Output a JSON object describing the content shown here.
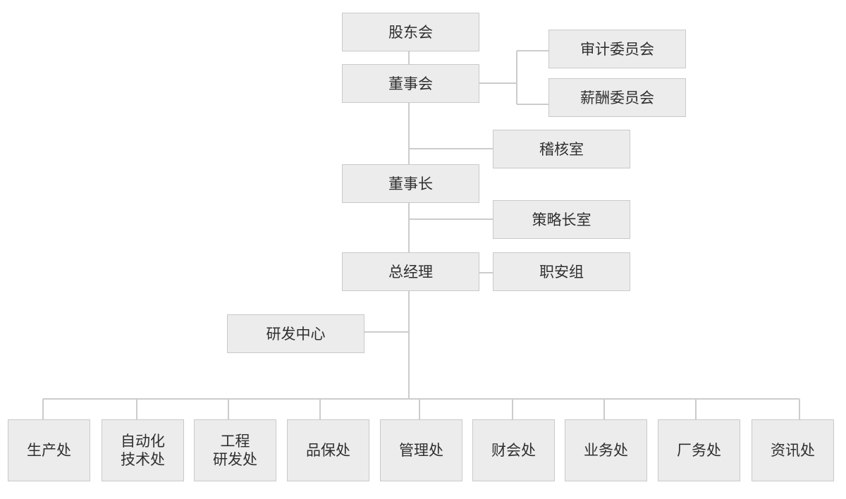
{
  "org": {
    "shareholders": "股东会",
    "board": "董事会",
    "audit_committee": "审计委员会",
    "compensation_committee": "薪酬委员会",
    "audit_office": "稽核室",
    "chairman": "董事长",
    "strategy_office": "策略长室",
    "general_manager": "总经理",
    "safety_group": "职安组",
    "rd_center": "研发中心",
    "departments": [
      {
        "line1": "生产处",
        "line2": ""
      },
      {
        "line1": "自动化",
        "line2": "技术处"
      },
      {
        "line1": "工程",
        "line2": "研发处"
      },
      {
        "line1": "品保处",
        "line2": ""
      },
      {
        "line1": "管理处",
        "line2": ""
      },
      {
        "line1": "财会处",
        "line2": ""
      },
      {
        "line1": "业务处",
        "line2": ""
      },
      {
        "line1": "厂务处",
        "line2": ""
      },
      {
        "line1": "资讯处",
        "line2": ""
      }
    ]
  }
}
